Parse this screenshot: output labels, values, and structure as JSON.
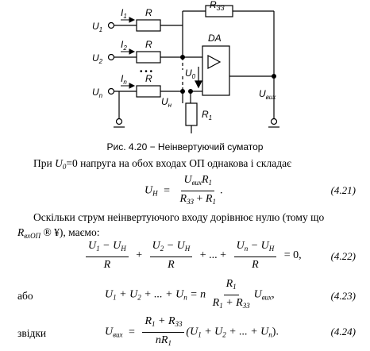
{
  "circuit": {
    "resistor_label": "R",
    "feedback_resistor": "R",
    "feedback_resistor_sub": "ЗЗ",
    "opamp_label": "DA",
    "ground_resistor": "R",
    "ground_resistor_sub": "1",
    "u0_label": "U",
    "u0_sub": "0",
    "un_node_label": "U",
    "un_node_sub": "н",
    "uout_label": "U",
    "uout_sub": "вих",
    "currents": [
      {
        "main": "I",
        "sub": "1"
      },
      {
        "main": "I",
        "sub": "2"
      },
      {
        "main": "I",
        "sub": "n"
      }
    ],
    "inputs": [
      {
        "main": "U",
        "sub": "1"
      },
      {
        "main": "U",
        "sub": "2"
      },
      {
        "main": "U",
        "sub": "n"
      }
    ],
    "dots": "• • •"
  },
  "caption": "Рис. 4.20 − Неінвертуючий суматор",
  "para1": {
    "t1": "При ",
    "var": "U",
    "var_sub": "0",
    "t2": "=0 напруга на обох входах ОП однакова і складає"
  },
  "eq421": {
    "lhs": "U",
    "lhs_sub": "Н",
    "eq": "=",
    "num_a": "U",
    "num_a_sub": "вих",
    "num_b": "R",
    "num_b_sub": "1",
    "den_a": "R",
    "den_a_sub": "ЗЗ",
    "den_plus": "+",
    "den_b": "R",
    "den_b_sub": "1",
    "tail": ".",
    "number": "(4.21)"
  },
  "para2": {
    "line1": "Оскільки струм неінвертуючого входу дорівнює нулю (тому що",
    "var": "R",
    "var_sub": "вхОП",
    "tail": "® ¥), маємо:"
  },
  "eq422": {
    "t1n": "U",
    "t1n_s1": "1",
    "t1n_mid": " − U",
    "t1n_s2": "Н",
    "t1d": "R",
    "plus1": "+",
    "t2n": "U",
    "t2n_s1": "2",
    "t2n_mid": " − U",
    "t2n_s2": "Н",
    "t2d": "R",
    "mid": "+ ... +",
    "t3n": "U",
    "t3n_s1": "n",
    "t3n_mid": " − U",
    "t3n_s2": "Н",
    "t3d": "R",
    "rhs": "= 0,",
    "number": "(4.22)"
  },
  "eq423": {
    "word": "або",
    "lhs": "U",
    "s1": "1",
    "plus_a": " + U",
    "s2": "2",
    "plus_b": " + ... + U",
    "sn": "n",
    "eq": " = n",
    "num": "R",
    "num_sub": "1",
    "den_a": "R",
    "den_a_sub": "1",
    "den_plus": " + R",
    "den_b_sub": "ЗЗ",
    "tail": "U",
    "tail_sub": "вих",
    "tail_end": ",",
    "number": "(4.23)"
  },
  "eq424": {
    "word": "звідки",
    "lhs": "U",
    "lhs_sub": "вих",
    "eq": "=",
    "num_a": "R",
    "num_a_sub": "1",
    "num_plus": " + R",
    "num_b_sub": "ЗЗ",
    "den": "nR",
    "den_sub": "1",
    "paren": "(U",
    "ps1": "1",
    "pp1": " + U",
    "ps2": "2",
    "pp2": " + ... + U",
    "psn": "n",
    "pend": ").",
    "number": "(4.24)"
  }
}
